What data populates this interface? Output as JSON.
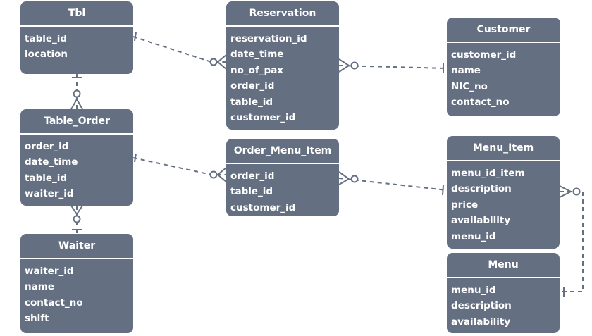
{
  "entities": {
    "tbl": {
      "title": "Tbl",
      "attributes": [
        "table_id",
        "location"
      ]
    },
    "reservation": {
      "title": "Reservation",
      "attributes": [
        "reservation_id",
        "date_time",
        "no_of_pax",
        "order_id",
        "table_id",
        "customer_id"
      ]
    },
    "customer": {
      "title": "Customer",
      "attributes": [
        "customer_id",
        "name",
        "NIC_no",
        "contact_no"
      ]
    },
    "table_order": {
      "title": "Table_Order",
      "attributes": [
        "order_id",
        "date_time",
        "table_id",
        "waiter_id"
      ]
    },
    "order_menu_item": {
      "title": "Order_Menu_Item",
      "attributes": [
        "order_id",
        "table_id",
        "customer_id"
      ]
    },
    "menu_item": {
      "title": "Menu_Item",
      "attributes": [
        "menu_id_item",
        "description",
        "price",
        "availability",
        "menu_id"
      ]
    },
    "waiter": {
      "title": "Waiter",
      "attributes": [
        "waiter_id",
        "name",
        "contact_no",
        "shift"
      ]
    },
    "menu": {
      "title": "Menu",
      "attributes": [
        "menu_id",
        "description",
        "availability"
      ]
    }
  },
  "relationships": [
    {
      "from": "tbl",
      "from_cardinality": "one",
      "to": "reservation",
      "to_cardinality": "zero-or-many"
    },
    {
      "from": "customer",
      "from_cardinality": "one",
      "to": "reservation",
      "to_cardinality": "zero-or-many"
    },
    {
      "from": "tbl",
      "from_cardinality": "one",
      "to": "table_order",
      "to_cardinality": "zero-or-many"
    },
    {
      "from": "waiter",
      "from_cardinality": "one",
      "to": "table_order",
      "to_cardinality": "zero-or-many"
    },
    {
      "from": "table_order",
      "from_cardinality": "one",
      "to": "order_menu_item",
      "to_cardinality": "zero-or-many"
    },
    {
      "from": "menu_item",
      "from_cardinality": "one",
      "to": "order_menu_item",
      "to_cardinality": "zero-or-many"
    },
    {
      "from": "menu",
      "from_cardinality": "one",
      "to": "menu_item",
      "to_cardinality": "zero-or-many"
    }
  ],
  "colors": {
    "entity_fill": "#646f82",
    "entity_text": "#ffffff",
    "line": "#646f82",
    "background": "#ffffff"
  }
}
